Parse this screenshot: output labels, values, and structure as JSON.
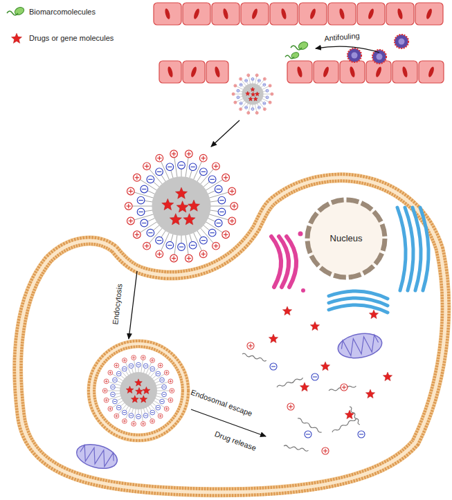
{
  "diagram": {
    "nodes": [
      {
        "text": [
          "Nucleus"
        ]
      }
    ],
    "labels": [
      "Antifouling",
      "Endocytosis",
      "Endosomal escape",
      "Drug release"
    ],
    "legend": [
      {
        "text": "Biomarcomolecules"
      },
      {
        "text": "Drugs or gene molecules"
      }
    ]
  }
}
